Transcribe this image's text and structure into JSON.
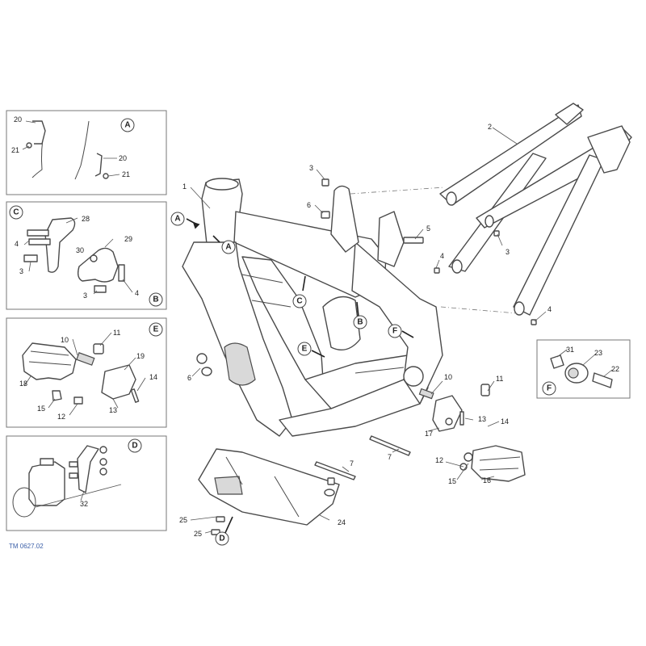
{
  "figure_id": "TM 0627.02",
  "callout_letters": {
    "a": "A",
    "b": "B",
    "c": "C",
    "d": "D",
    "e": "E",
    "f": "F"
  },
  "part_numbers": {
    "p1": "1",
    "p2": "2",
    "p3": "3",
    "p4": "4",
    "p5": "5",
    "p6": "6",
    "p7": "7",
    "p10": "10",
    "p11": "11",
    "p12": "12",
    "p13": "13",
    "p14": "14",
    "p15": "15",
    "p16": "16",
    "p17": "17",
    "p18": "18",
    "p19": "19",
    "p20": "20",
    "p21": "21",
    "p22": "22",
    "p23": "23",
    "p24": "24",
    "p25": "25",
    "p28": "28",
    "p29": "29",
    "p30": "30",
    "p31": "31",
    "p32": "32"
  },
  "colors": {
    "line": "#4a4a4a",
    "ref_text": "#3b5fa8",
    "box_border": "#777777"
  }
}
